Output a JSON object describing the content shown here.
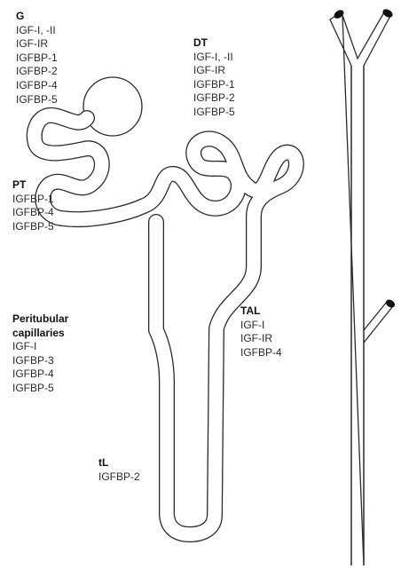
{
  "diagram": {
    "colors": {
      "outline": "#2b2b2b",
      "fill": "#ffffff",
      "cap": "#111111",
      "text": "#2a2a2a"
    },
    "segments": [
      {
        "id": "G",
        "heading": "G",
        "items": [
          "IGF-I, -II",
          "IGF-IR",
          "IGFBP-1",
          "IGFBP-2",
          "IGFBP-4",
          "IGFBP-5"
        ]
      },
      {
        "id": "DT",
        "heading": "DT",
        "items": [
          "IGF-I, -II",
          "IGF-IR",
          "IGFBP-1",
          "IGFBP-2",
          "IGFBP-5"
        ]
      },
      {
        "id": "PT",
        "heading": "PT",
        "items": [
          "IGFBP-1",
          "IGFBP-4",
          "IGFBP-5"
        ]
      },
      {
        "id": "PC",
        "heading_lines": [
          "Peritubular",
          "capillaries"
        ],
        "items": [
          "IGF-I",
          "IGFBP-3",
          "IGFBP-4",
          "IGFBP-5"
        ]
      },
      {
        "id": "TAL",
        "heading": "TAL",
        "items": [
          "IGF-I",
          "IGF-IR",
          "IGFBP-4"
        ]
      },
      {
        "id": "tL",
        "heading": "tL",
        "items": [
          "IGFBP-2"
        ]
      }
    ]
  }
}
